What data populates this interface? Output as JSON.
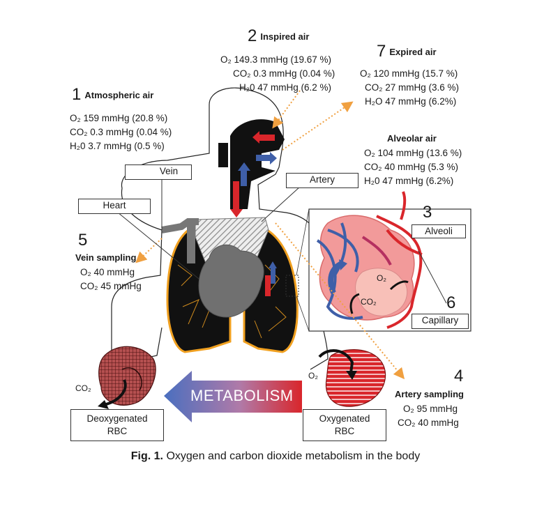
{
  "title_caption": {
    "prefix": "Fig. 1.",
    "text": "Oxygen and carbon dioxide metabolism in the body"
  },
  "stages": {
    "atmospheric": {
      "num": "1",
      "title": "Atmospheric air",
      "lines": [
        "O₂ 159 mmHg (20.8 %)",
        "CO₂ 0.3 mmHg (0.04 %)",
        "H₂0 3.7 mmHg (0.5 %)"
      ]
    },
    "inspired": {
      "num": "2",
      "title": "Inspired air",
      "lines": [
        "O₂ 149.3 mmHg (19.67 %)",
        "CO₂ 0.3 mmHg (0.04 %)",
        "H₂0 47 mmHg (6.2 %)"
      ]
    },
    "expired": {
      "num": "7",
      "title": "Expired air",
      "lines": [
        "O₂ 120 mmHg (15.7 %)",
        "CO₂ 27 mmHg (3.6 %)",
        "H₂O 47 mmHg (6.2%)"
      ]
    },
    "alveolar": {
      "title": "Alveolar air",
      "lines": [
        "O₂ 104 mmHg (13.6 %)",
        "CO₂ 40 mmHg (5.3 %)",
        "H₂0 47 mmHg (6.2%)"
      ]
    },
    "vein_sampling": {
      "num": "5",
      "title": "Vein sampling",
      "lines": [
        "O₂ 40 mmHg",
        "CO₂ 45 mmHg"
      ]
    },
    "artery_sampling": {
      "num": "4",
      "title": "Artery sampling",
      "lines": [
        "O₂ 95 mmHg",
        "CO₂ 40 mmHg"
      ]
    },
    "alveoli_num": "3",
    "capillary_num": "6"
  },
  "labels": {
    "vein": "Vein",
    "heart": "Heart",
    "artery": "Artery",
    "alveoli": "Alveoli",
    "capillary": "Capillary",
    "deoxy_line1": "Deoxygenated",
    "deoxy_line2": "RBC",
    "oxy_line1": "Oxygenated",
    "oxy_line2": "RBC",
    "metabolism": "METABOLISM",
    "co2": "CO₂",
    "o2": "O₂"
  },
  "colors": {
    "vein_blue": "#3f5fa8",
    "artery_red": "#d9262b",
    "alveoli_pink": "#f29a9a",
    "lung_black": "#111111",
    "lung_outline": "#f0a020",
    "heart_gray": "#707070",
    "dotted_orange": "#f0a040"
  }
}
